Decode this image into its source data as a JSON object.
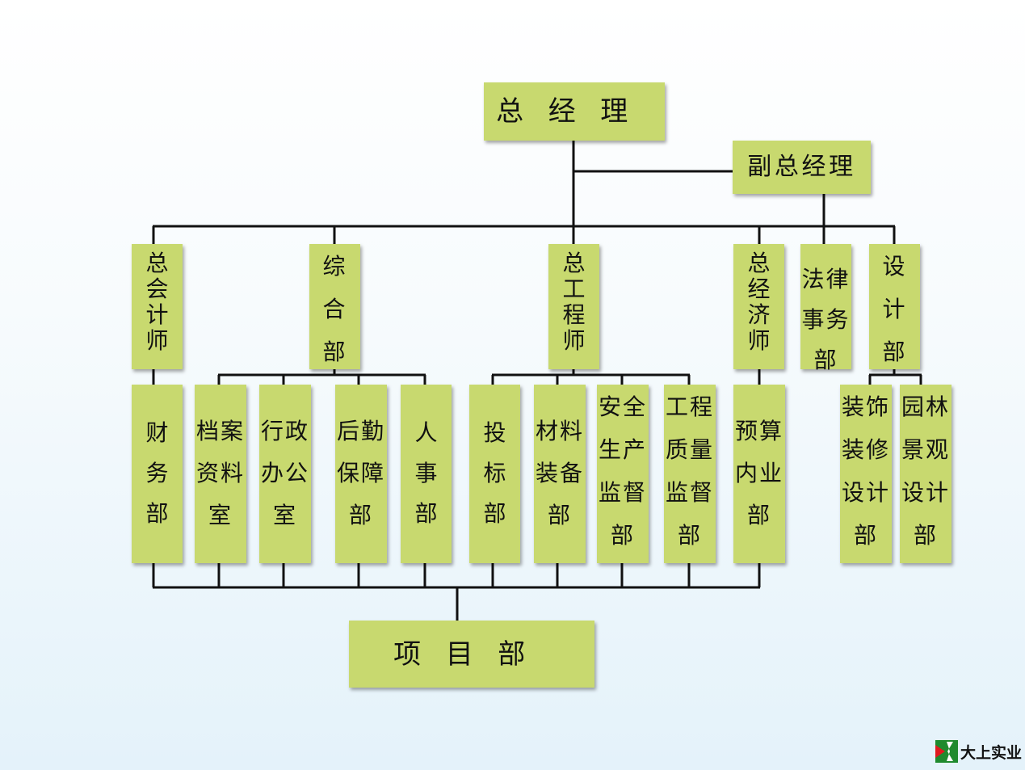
{
  "nodes": [
    {
      "id": "ceo",
      "lines": [
        "总经理"
      ]
    },
    {
      "id": "deputy",
      "lines": [
        "副总经理"
      ]
    },
    {
      "id": "chief-accountant",
      "lines": [
        "总",
        "会",
        "计",
        "师"
      ]
    },
    {
      "id": "general-dept",
      "lines": [
        "综",
        "合",
        "部"
      ]
    },
    {
      "id": "chief-engineer",
      "lines": [
        "总",
        "工",
        "程",
        "师"
      ]
    },
    {
      "id": "chief-economist",
      "lines": [
        "总",
        "经",
        "济",
        "师"
      ]
    },
    {
      "id": "legal-dept",
      "lines": [
        "法律",
        "事务",
        "部"
      ]
    },
    {
      "id": "design-dept",
      "lines": [
        "设",
        "计",
        "部"
      ]
    },
    {
      "id": "finance-dept",
      "lines": [
        "财",
        "务",
        "部"
      ]
    },
    {
      "id": "archives-room",
      "lines": [
        "档案",
        "资料",
        "室"
      ]
    },
    {
      "id": "admin-office",
      "lines": [
        "行政",
        "办公",
        "室"
      ]
    },
    {
      "id": "logistics-dept",
      "lines": [
        "后勤",
        "保障",
        "部"
      ]
    },
    {
      "id": "hr-dept",
      "lines": [
        "人",
        "事",
        "部"
      ]
    },
    {
      "id": "bidding-dept",
      "lines": [
        "投",
        "标",
        "部"
      ]
    },
    {
      "id": "materials-dept",
      "lines": [
        "材料",
        "装备",
        "部"
      ]
    },
    {
      "id": "safety-dept",
      "lines": [
        "安全",
        "生产",
        "监督",
        "部"
      ]
    },
    {
      "id": "quality-dept",
      "lines": [
        "工程",
        "质量",
        "监督",
        "部"
      ]
    },
    {
      "id": "budget-dept",
      "lines": [
        "预算",
        "内业",
        "部"
      ]
    },
    {
      "id": "decoration-design-dept",
      "lines": [
        "装饰",
        "装修",
        "设计",
        "部"
      ]
    },
    {
      "id": "landscape-design-dept",
      "lines": [
        "园林",
        "景观",
        "设计",
        "部"
      ]
    },
    {
      "id": "project-dept",
      "lines": [
        "项目部"
      ]
    }
  ],
  "logo": {
    "text": "大上实业",
    "brand_colors": {
      "green": "#1f8a2e",
      "red": "#e0191e"
    }
  },
  "colors": {
    "box": "#c8d96f",
    "line": "#111111"
  }
}
